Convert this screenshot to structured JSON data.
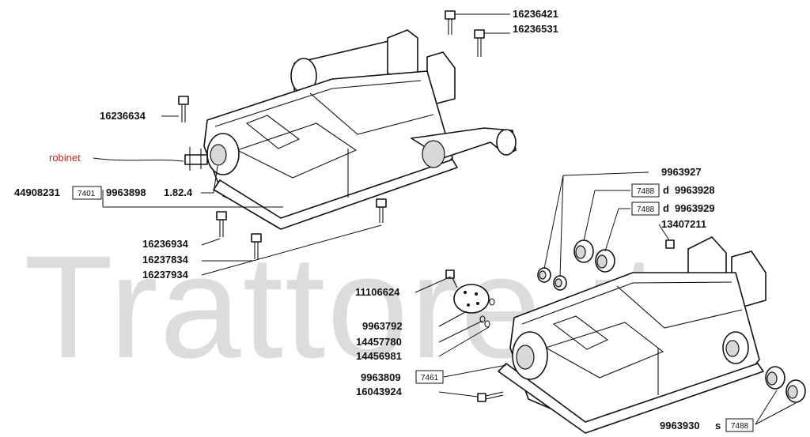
{
  "watermark": "Trattore.it",
  "annotation": {
    "text": "robinet",
    "color": "#d02020"
  },
  "labels": {
    "p16236421": "16236421",
    "p16236531": "16236531",
    "p16236634": "16236634",
    "p44908231": "44908231",
    "box7401": "7401",
    "p9963898": "9963898",
    "p1824": "1.82.4",
    "p16236934": "16236934",
    "p16237834": "16237834",
    "p16237934": "16237934",
    "p9963927": "9963927",
    "box7488a": "7488",
    "d1": "d",
    "p9963928": "9963928",
    "box7488b": "7488",
    "d2": "d",
    "p9963929": "9963929",
    "p13407211": "13407211",
    "p11106624": "11106624",
    "p9963792": "9963792",
    "p14457780": "14457780",
    "p14456981": "14456981",
    "p9963809": "9963809",
    "box7461": "7461",
    "p16043924": "16043924",
    "p9963930": "9963930",
    "s1": "s",
    "box7488c": "7488"
  }
}
